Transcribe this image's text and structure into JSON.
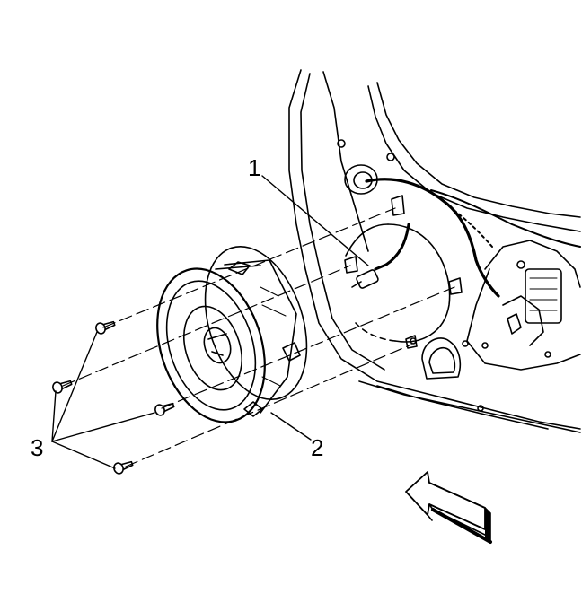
{
  "callouts": {
    "one": "1",
    "two": "2",
    "three": "3"
  },
  "parts": {
    "item_1": {
      "number": "1",
      "icon": "wire-connector-icon"
    },
    "item_2": {
      "number": "2",
      "icon": "speaker-icon"
    },
    "item_3": {
      "number": "3",
      "icon": "screw-icon"
    }
  },
  "view_indicator": {
    "icon": "direction-arrow-icon"
  },
  "colors": {
    "line": "#000000",
    "background": "#ffffff"
  }
}
